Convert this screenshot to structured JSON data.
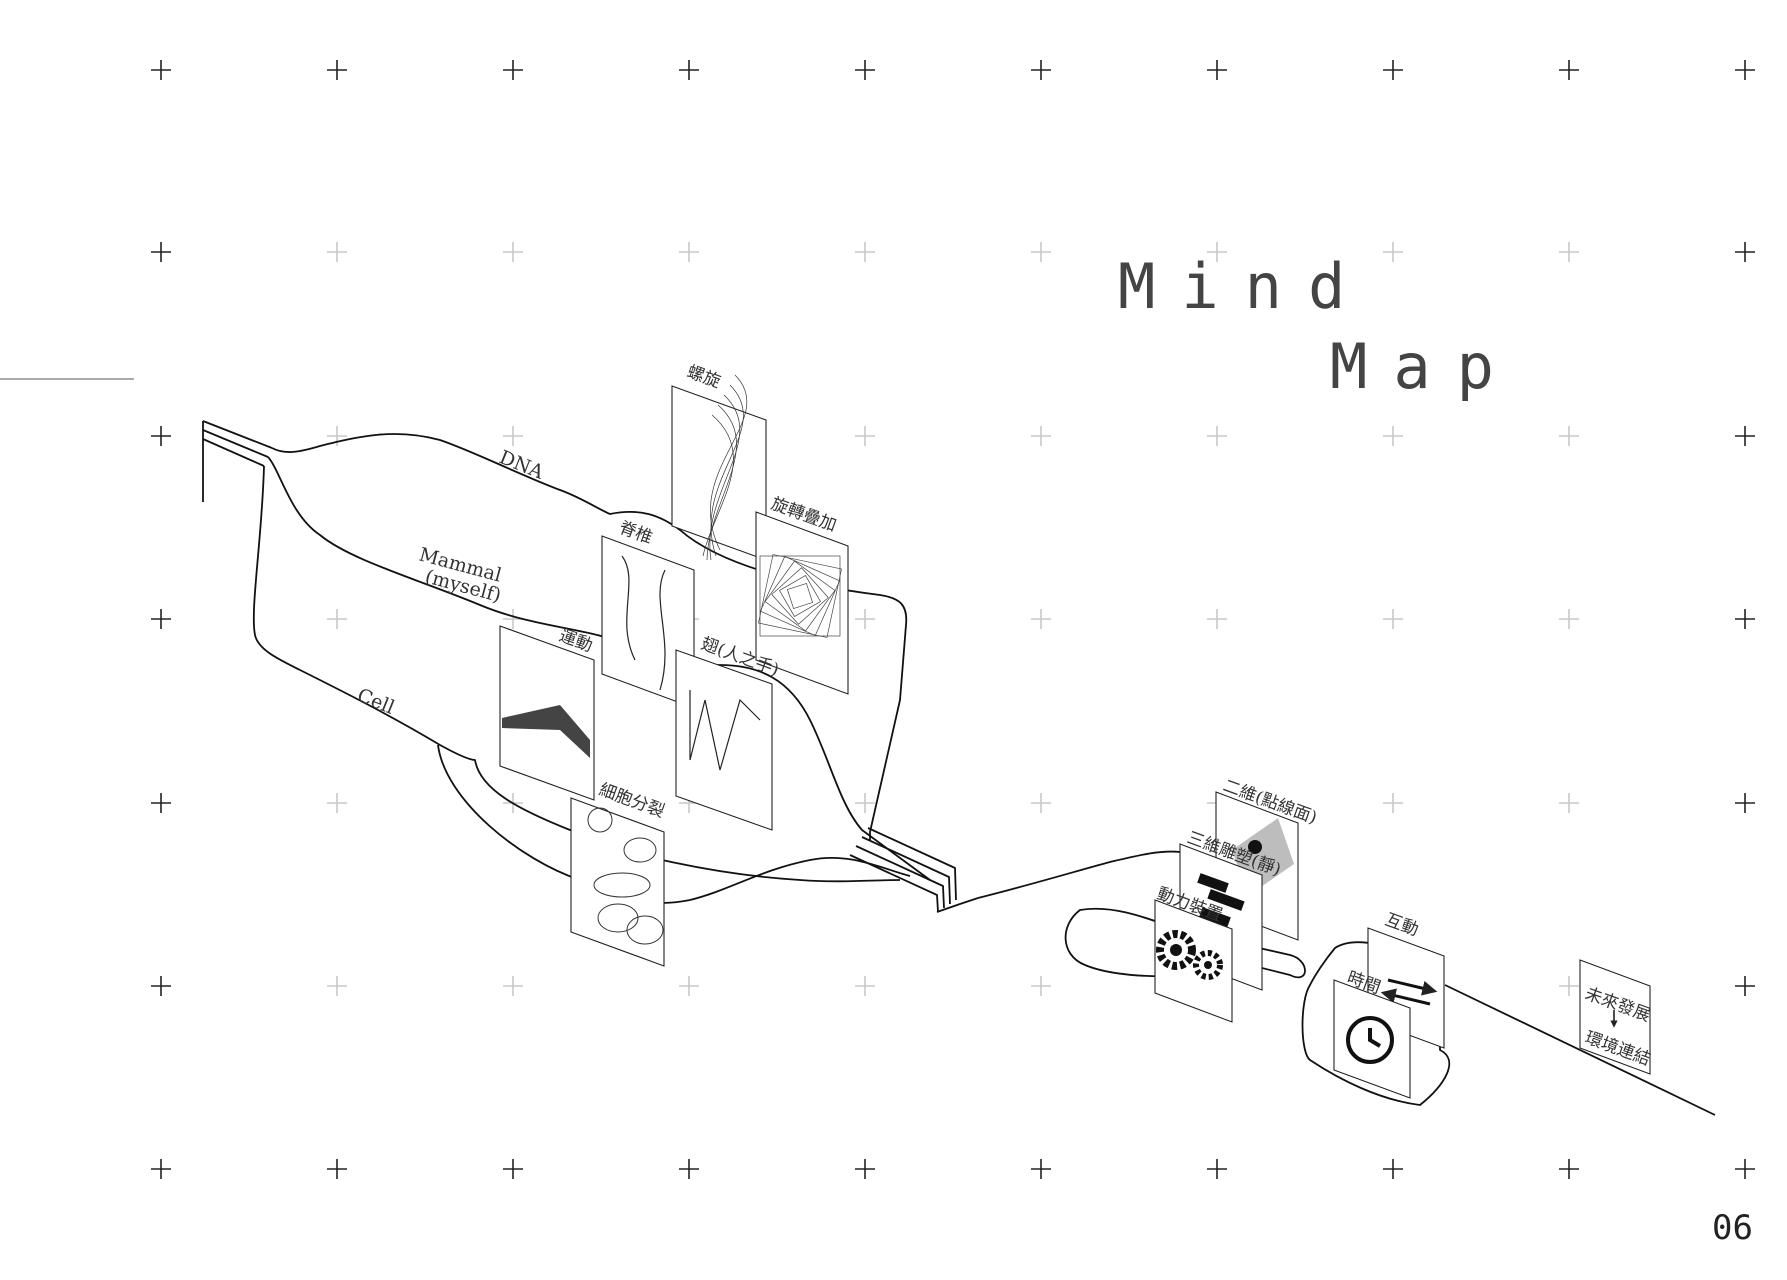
{
  "title": {
    "line1": "Mind",
    "line2": "Map"
  },
  "page_number": "06",
  "branches": {
    "dna": "DNA",
    "mammal_line1": "Mammal",
    "mammal_line2": "(myself)",
    "cell": "Cell"
  },
  "cards": {
    "spiral": "螺旋",
    "rotation_overlay": "旋轉疊加",
    "spine": "脊椎",
    "wing": "翅(人之手)",
    "motion": "運動",
    "cell_division": "細胞分裂",
    "two_d": "二維(點線面)",
    "three_d": "三維雕塑(靜)",
    "power_device": "動力裝置",
    "interaction": "互動",
    "time": "時間",
    "future_line1": "未來發展",
    "future_line2": "環境連結"
  },
  "colors": {
    "ink": "#111111",
    "faint_grid": "#c8c8c8"
  }
}
